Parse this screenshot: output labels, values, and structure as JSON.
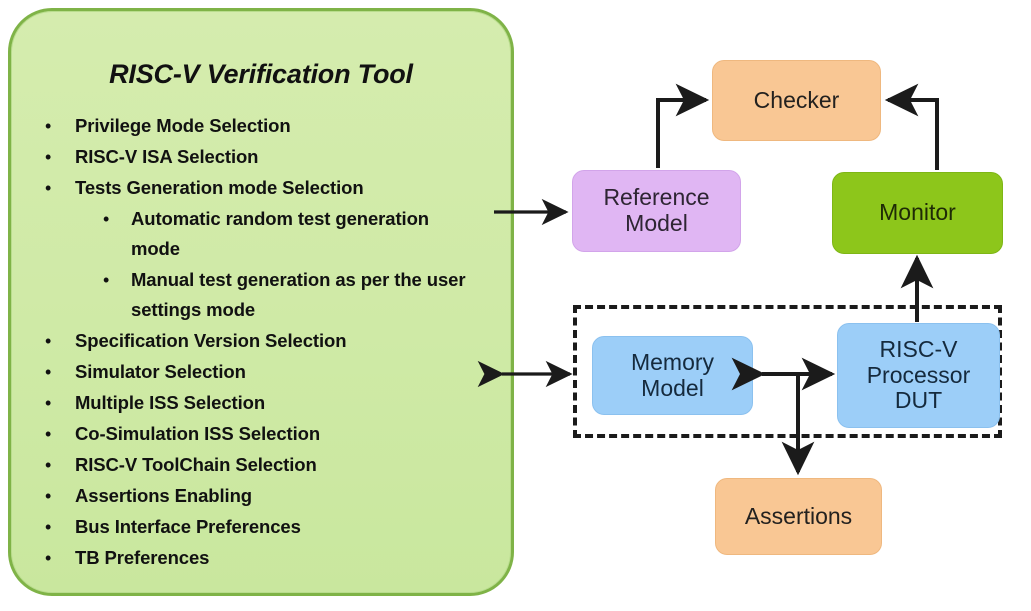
{
  "diagram": {
    "title": "RISC-V Verification Tool",
    "panel": {
      "title": "RISC-V Verification Tool",
      "items": [
        {
          "level": 1,
          "bullet": "•",
          "label": "Privilege Mode Selection"
        },
        {
          "level": 1,
          "bullet": "•",
          "label": "RISC-V ISA Selection"
        },
        {
          "level": 1,
          "bullet": "•",
          "label": "Tests Generation mode Selection"
        },
        {
          "level": 2,
          "bullet": "•",
          "label": "Automatic random test generation mode"
        },
        {
          "level": 2,
          "bullet": "•",
          "label": "Manual test generation as per the user settings mode"
        },
        {
          "level": 1,
          "bullet": "•",
          "label": "Specification Version Selection"
        },
        {
          "level": 1,
          "bullet": "•",
          "label": "Simulator Selection"
        },
        {
          "level": 1,
          "bullet": "•",
          "label": "Multiple ISS Selection"
        },
        {
          "level": 1,
          "bullet": "•",
          "label": "Co-Simulation ISS Selection"
        },
        {
          "level": 1,
          "bullet": "•",
          "label": "RISC-V ToolChain Selection"
        },
        {
          "level": 1,
          "bullet": "•",
          "label": "Assertions Enabling"
        },
        {
          "level": 1,
          "bullet": "•",
          "label": "Bus Interface Preferences"
        },
        {
          "level": 1,
          "bullet": "•",
          "label": "TB Preferences"
        }
      ]
    },
    "nodes": {
      "checker": "Checker",
      "reference_model": "Reference\nModel",
      "reference_model_line1": "Reference",
      "reference_model_line2": "Model",
      "monitor": "Monitor",
      "memory_model_line1": "Memory",
      "memory_model_line2": "Model",
      "dut_line1": "RISC-V",
      "dut_line2": "Processor",
      "dut_line3": "DUT",
      "assertions": "Assertions"
    },
    "colors": {
      "panel_fill": "#cfeaa6",
      "panel_border": "#7fb347",
      "checker_fill": "#f9c794",
      "reference_model_fill": "#e0b6f3",
      "monitor_fill": "#8dc61b",
      "memory_model_fill": "#9ccef8",
      "dut_fill": "#9ccef8",
      "assertions_fill": "#f9c794",
      "arrow": "#1b1b1b",
      "dashed_border": "#1b1b1b"
    },
    "connections": [
      {
        "name": "tool-to-reference-model",
        "from": "RISC-V Verification Tool",
        "to": "Reference Model",
        "direction": "one-way"
      },
      {
        "name": "tool-to-dut-environment",
        "from": "RISC-V Verification Tool",
        "to": "DUT Environment",
        "direction": "two-way"
      },
      {
        "name": "reference-model-to-checker",
        "from": "Reference Model",
        "to": "Checker",
        "direction": "one-way"
      },
      {
        "name": "monitor-to-checker",
        "from": "Monitor",
        "to": "Checker",
        "direction": "one-way"
      },
      {
        "name": "dut-to-monitor",
        "from": "RISC-V Processor DUT",
        "to": "Monitor",
        "direction": "one-way"
      },
      {
        "name": "memory-model-to-dut",
        "from": "Memory Model",
        "to": "RISC-V Processor DUT",
        "direction": "two-way"
      },
      {
        "name": "bus-to-assertions",
        "from": "Bus",
        "to": "Assertions",
        "direction": "one-way"
      }
    ]
  }
}
